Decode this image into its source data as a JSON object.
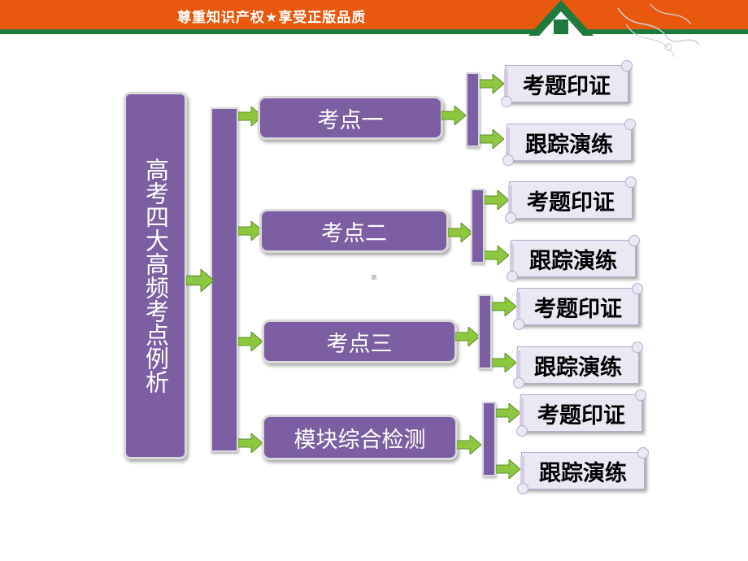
{
  "banner": {
    "text": "尊重知识产权★享受正版品质"
  },
  "colors": {
    "banner_orange": "#e8590f",
    "banner_green": "#1f7a3e",
    "node_purple": "#7b5fa2",
    "scroll_fill": "#ebe7f3",
    "arrow_green": "#8dc63f"
  },
  "diagram": {
    "root": "高考四大高频考点例析",
    "branches": [
      {
        "label": "考点一",
        "children": [
          "考题印证",
          "跟踪演练"
        ]
      },
      {
        "label": "考点二",
        "children": [
          "考题印证",
          "跟踪演练"
        ]
      },
      {
        "label": "考点三",
        "children": [
          "考题印证",
          "跟踪演练"
        ]
      },
      {
        "label": "模块综合检测",
        "children": [
          "考题印证",
          "跟踪演练"
        ]
      }
    ]
  }
}
